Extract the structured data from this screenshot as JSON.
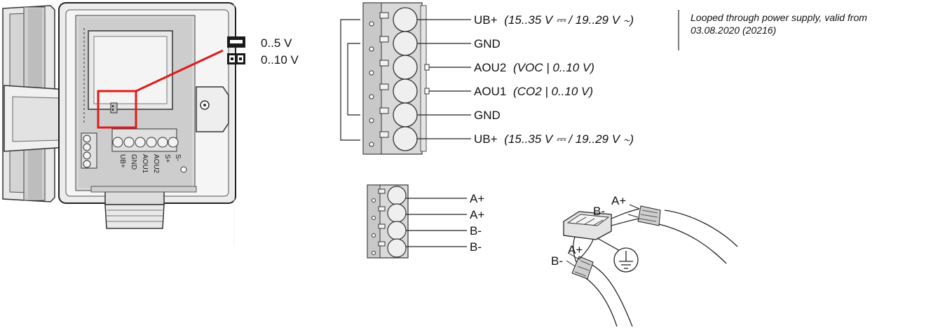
{
  "jumper": {
    "option_1": "0..5 V",
    "option_2": "0..10 V"
  },
  "terminal_main": {
    "labels": [
      {
        "main": "UB+",
        "detail": "(15..35 V ⎓ / 19..29 V ∼)"
      },
      {
        "main": "GND",
        "detail": ""
      },
      {
        "main": "AOU2",
        "detail": "(VOC | 0..10 V)"
      },
      {
        "main": "AOU1",
        "detail": "(CO2 | 0..10 V)"
      },
      {
        "main": "GND",
        "detail": ""
      },
      {
        "main": "UB+",
        "detail": "(15..35 V ⎓ / 19..29 V ∼)"
      }
    ],
    "note_line1": "Looped through power supply, valid from",
    "note_line2": "03.08.2020 (20216)"
  },
  "device_pcb_labels": [
    "UB+",
    "GND",
    "AOU1",
    "AOU2",
    "S+",
    "S-"
  ],
  "terminal_bus": {
    "labels": [
      "A+",
      "A+",
      "B-",
      "B-"
    ]
  },
  "cable_illustration": {
    "label_a_top": "A+",
    "label_b_top": "B-",
    "label_a_bottom": "A+",
    "label_b_bottom": "B-"
  }
}
